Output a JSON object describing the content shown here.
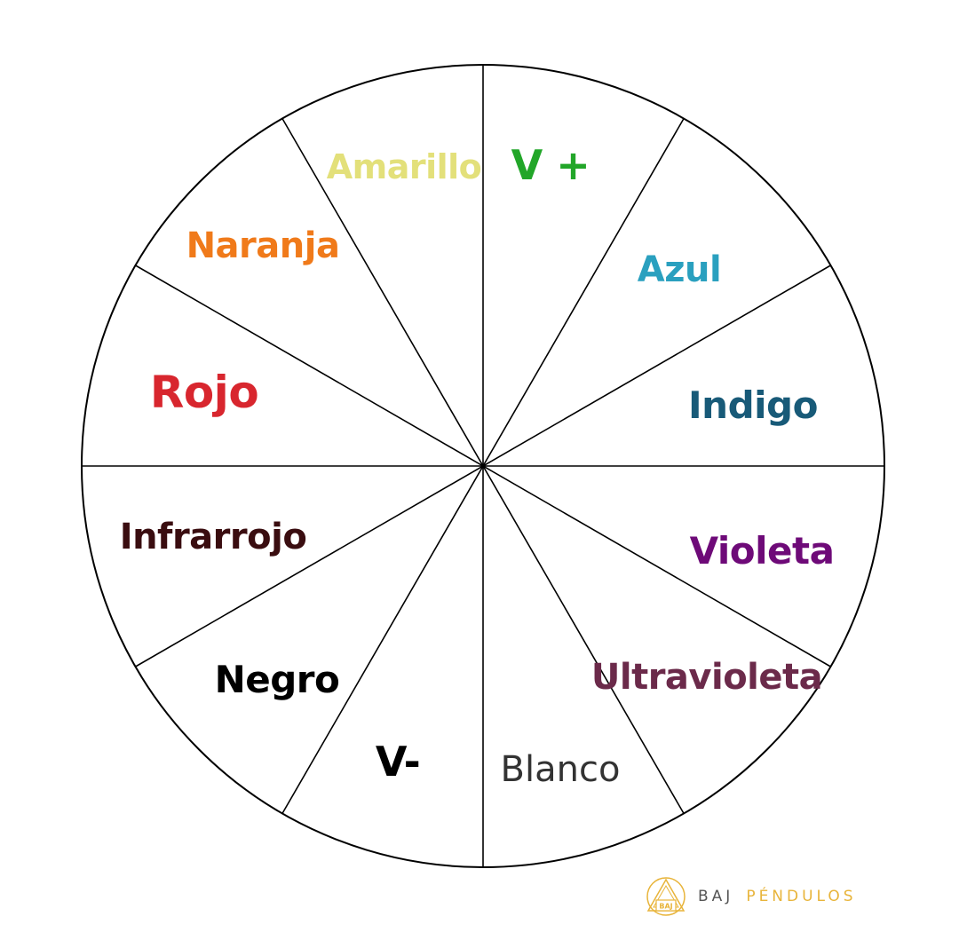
{
  "wheel": {
    "segments": [
      {
        "label": "V +",
        "color": "#22a629"
      },
      {
        "label": "Azul",
        "color": "#2aa0bf"
      },
      {
        "label": "Indigo",
        "color": "#185a78"
      },
      {
        "label": "Violeta",
        "color": "#6e0a78"
      },
      {
        "label": "Ultravioleta",
        "color": "#6b2a4a"
      },
      {
        "label": "Blanco",
        "color": "#333333"
      },
      {
        "label": "V-",
        "color": "#000000"
      },
      {
        "label": "Negro",
        "color": "#000000"
      },
      {
        "label": "Infrarrojo",
        "color": "#3a0d10"
      },
      {
        "label": "Rojo",
        "color": "#d8262e"
      },
      {
        "label": "Naranja",
        "color": "#f07a1a"
      },
      {
        "label": "Amarillo",
        "color": "#e3e07a"
      }
    ],
    "line_color": "#000000"
  },
  "brand": {
    "logo_text": "BAJ",
    "name_part1": "BAJ",
    "name_part2": "PÉNDULOS",
    "color_part1": "#555555",
    "color_part2": "#e8b43a",
    "logo_color": "#e8b43a"
  }
}
